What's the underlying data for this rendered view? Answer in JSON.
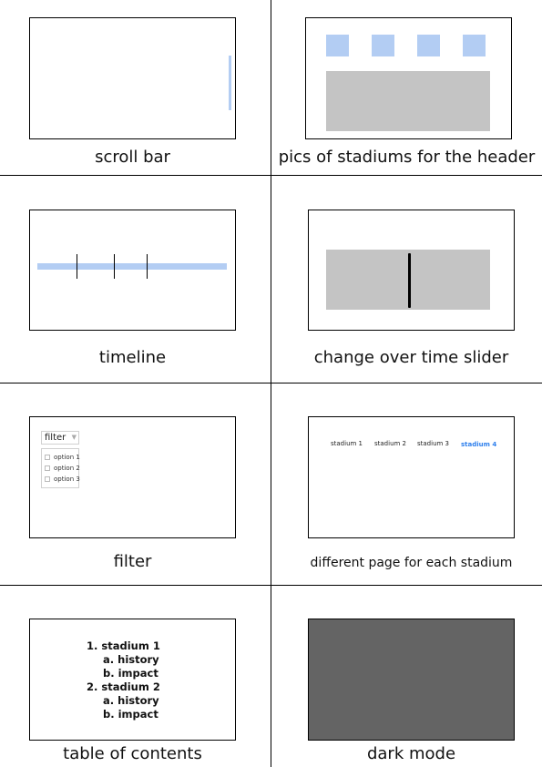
{
  "cells": {
    "scroll_bar": {
      "caption": "scroll bar"
    },
    "header_pics": {
      "caption": "pics of stadiums for the header"
    },
    "timeline": {
      "caption": "timeline"
    },
    "slider": {
      "caption": "change over time slider"
    },
    "filter": {
      "caption": "filter",
      "select_label": "filter",
      "options": [
        "option 1",
        "option 2",
        "option 3"
      ]
    },
    "stadium_pages": {
      "caption": "different page for each stadium",
      "nav": [
        "stadium 1",
        "stadium 2",
        "stadium 3",
        "stadium 4"
      ],
      "active": "stadium 4"
    },
    "toc": {
      "caption": "table of contents",
      "items": [
        "1. stadium 1",
        "a. history",
        "b. impact",
        "2. stadium 2",
        "a. history",
        "b. impact"
      ]
    },
    "dark_mode": {
      "caption": "dark mode"
    }
  },
  "colors": {
    "accent_blue": "#b3cdf3",
    "placeholder_gray": "#c4c4c4",
    "dark_gray": "#646464",
    "active_link": "#2f80ed"
  }
}
